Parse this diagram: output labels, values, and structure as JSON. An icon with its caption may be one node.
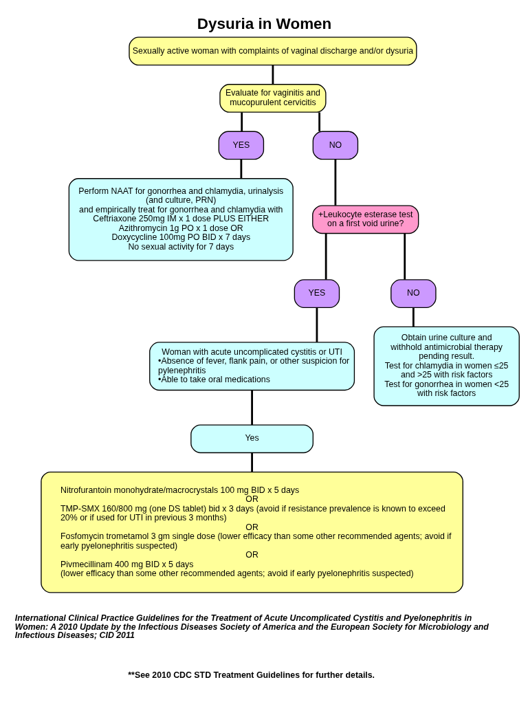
{
  "diagram": {
    "title": "Dysuria in Women",
    "caption": "International Clinical Practice Guidelines for the Treatment of Acute Uncomplicated Cystitis and Pyelonephritis in Women: A 2010 Update by the Infectious Diseases Society of America and the European Society for Microbiology and Infectious Diseases; CID 2011",
    "nodes": [
      {
        "text": [
          "Sexually active woman with complaints of vaginal discharge and/or dysuria"
        ]
      },
      {
        "text": [
          "Evaluate for vaginitis and mucopurulent cervicitis"
        ]
      },
      {
        "text": [
          "YES"
        ]
      },
      {
        "text": [
          "NO"
        ]
      },
      {
        "text": [
          "Perform NAAT for gonorrhea and chlamydia, urinalysis (and culture, PRN)",
          "and empirically treat for gonorrhea and chlamydia with",
          "Ceftriaxone 250mg IM x 1 dose PLUS EITHER",
          "Azithromycin 1g PO x 1 dose OR",
          "Doxycycline 100mg PO BID x 7 days",
          "No sexual activity for 7 days"
        ]
      },
      {
        "text": [
          "+Leukocyte esterase test on a first void urine?"
        ]
      },
      {
        "text": [
          "YES"
        ]
      },
      {
        "text": [
          "NO"
        ]
      },
      {
        "text": [
          "Woman with acute uncomplicated cystitis or UTI",
          "•Absence of fever, flank pain, or other suspicion for pylenephritis",
          "•Able to take oral medications"
        ]
      },
      {
        "text": [
          "Obtain urine culture and withhold antimicrobial therapy pending result.",
          "Test for chlamydia in women ≤25 and >25 with risk factors",
          "Test for gonorrhea in women <25 with risk factors"
        ]
      },
      {
        "text": [
          "Yes"
        ]
      },
      {
        "text": [
          "Nitrofurantoin monohydrate/macrocrystals 100 mg BID x 5 days",
          "OR",
          "TMP-SMX 160/800 mg (one DS tablet) bid x 3 days (avoid if resistance prevalence is known to exceed 20% or if used for UTI in previous 3 months)",
          "OR",
          "Fosfomycin trometamol 3 gm single dose (lower efficacy than some other recommended agents; avoid if early pyelonephritis suspected)",
          "OR",
          "Pivmecillinam 400 mg BID x 5 days",
          "(lower efficacy than some other recommended agents; avoid if early pyelonephritis suspected)"
        ]
      }
    ],
    "edges": [
      {
        "from": 0,
        "to": 1,
        "arrow": "none"
      },
      {
        "from": 1,
        "to": 2,
        "arrow": "none"
      },
      {
        "from": 1,
        "to": 3,
        "arrow": "none"
      },
      {
        "from": 2,
        "to": 4,
        "arrow": "none"
      },
      {
        "from": 3,
        "to": 5,
        "arrow": "none"
      },
      {
        "from": 5,
        "to": 6,
        "arrow": "none"
      },
      {
        "from": 5,
        "to": 7,
        "arrow": "none"
      },
      {
        "from": 6,
        "to": 8,
        "arrow": "none"
      },
      {
        "from": 7,
        "to": 9,
        "arrow": "none"
      },
      {
        "from": 8,
        "to": 10,
        "arrow": "none"
      },
      {
        "from": 10,
        "to": 11,
        "arrow": "none"
      }
    ],
    "labels": [
      "**See 2010 CDC STD Treatment Guidelines for further details."
    ]
  }
}
